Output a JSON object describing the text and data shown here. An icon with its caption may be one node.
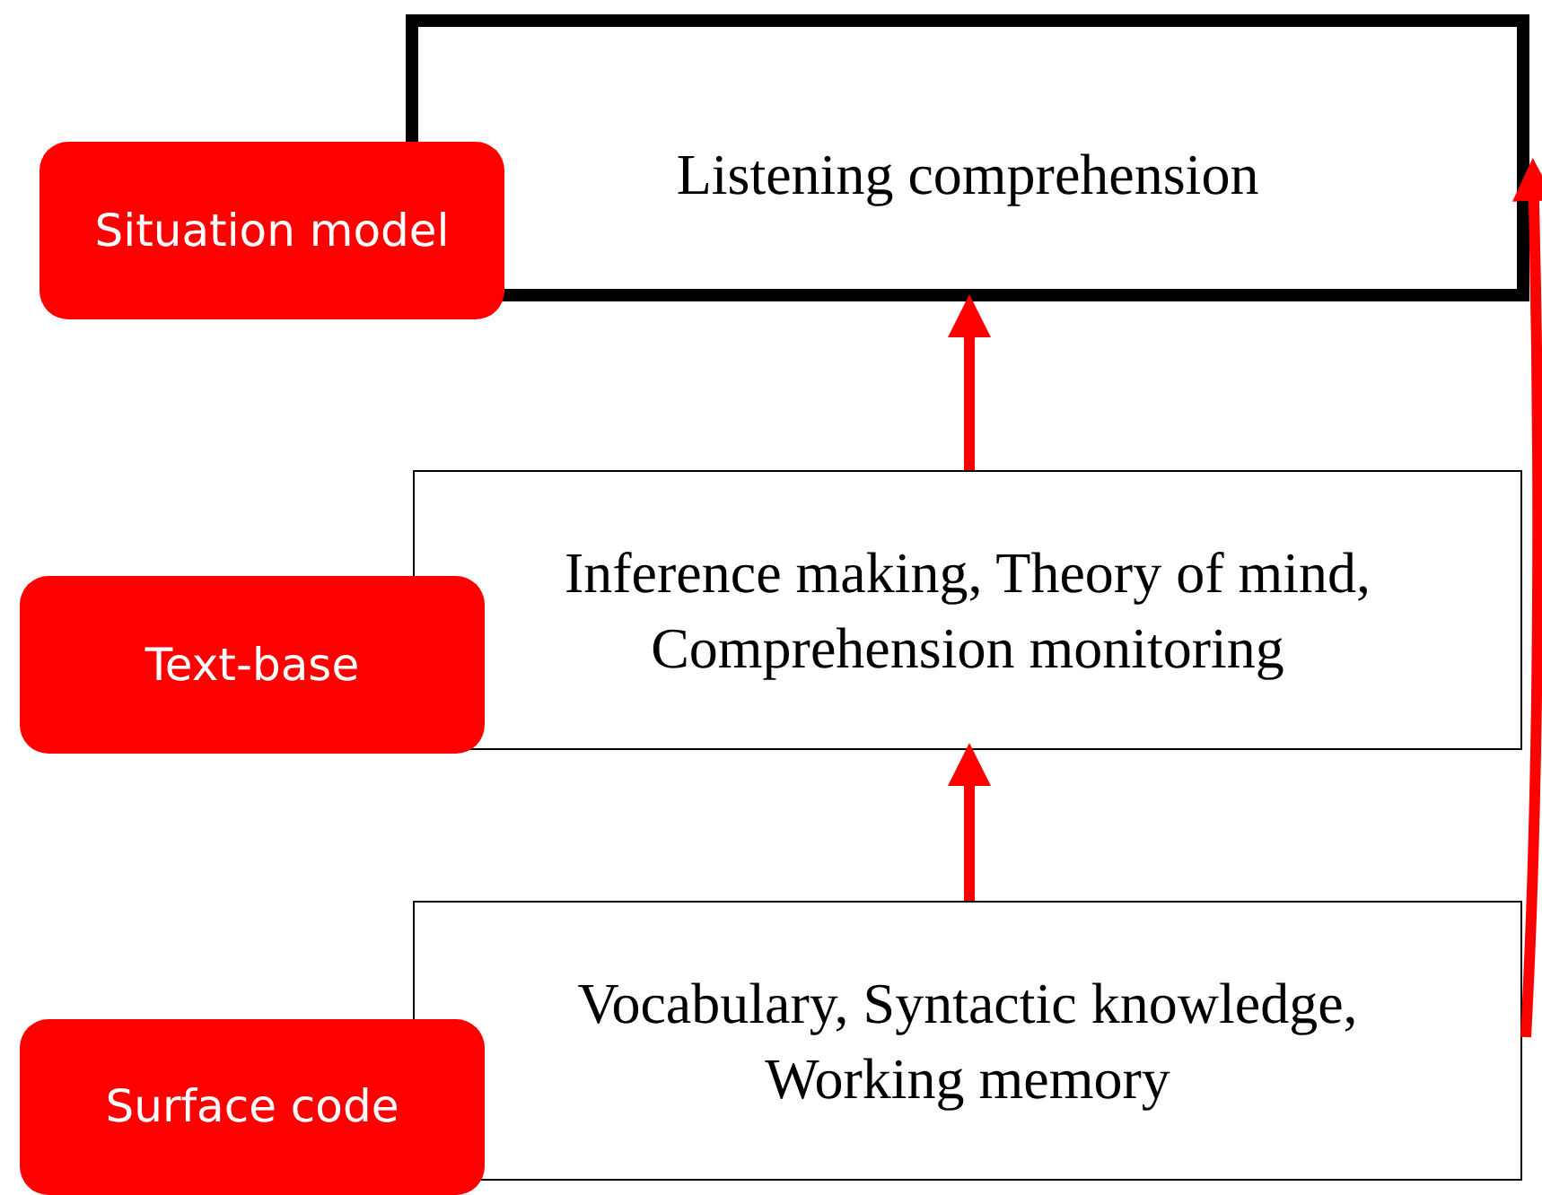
{
  "diagram": {
    "nodes": [
      {
        "text": [
          "Listening comprehension"
        ]
      },
      {
        "text": [
          "Situation model"
        ]
      },
      {
        "text": [
          "Inference making, Theory of mind, Comprehension monitoring"
        ]
      },
      {
        "text": [
          "Text-base"
        ]
      },
      {
        "text": [
          "Vocabulary, Syntactic knowledge, Working memory"
        ]
      },
      {
        "text": [
          "Surface code"
        ]
      }
    ],
    "edges": [
      {
        "from": 2,
        "to": 0,
        "arrow": "to"
      },
      {
        "from": 4,
        "to": 2,
        "arrow": "to"
      },
      {
        "from": 4,
        "to": 0,
        "arrow": "to"
      }
    ]
  }
}
